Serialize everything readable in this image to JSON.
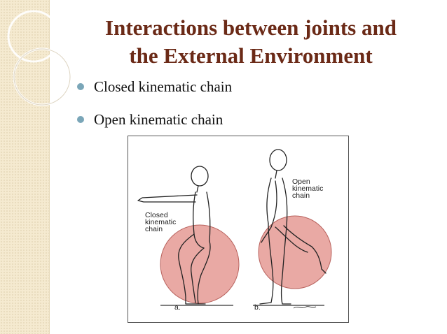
{
  "slide": {
    "title_line1": "Interactions between joints and",
    "title_line2": "the External Environment",
    "bullets": [
      {
        "text": "Closed kinematic chain"
      },
      {
        "text": "Open kinematic chain"
      }
    ],
    "accent_colors": {
      "title": "#6b2a17",
      "bullet": "#7aa6b8",
      "band": "#f5ead0",
      "circle": "#e9a9a4"
    }
  },
  "figure": {
    "closed_label": "Closed\nkinematic\nchain",
    "open_label": "Open\nkinematic\nchain",
    "panel_a": "a.",
    "panel_b": "b."
  }
}
